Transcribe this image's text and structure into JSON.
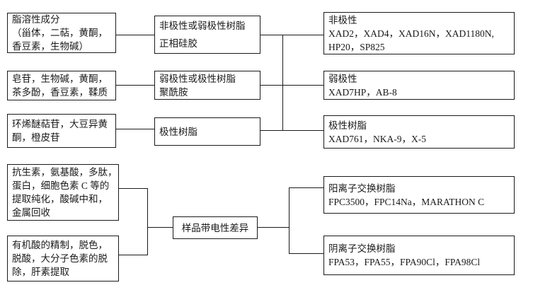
{
  "diagram": {
    "type": "flowchart",
    "language": "zh-CN",
    "colors": {
      "background": "#ffffff",
      "line_color": "#1a1a1a",
      "text_color": "#1a1a1a"
    },
    "left_boxes": [
      {
        "id": "L1",
        "lines": [
          "脂溶性成分",
          "（甾体，二萜，黄酮，",
          "香豆素，生物碱）"
        ]
      },
      {
        "id": "L2",
        "lines": [
          "皂苷，生物碱，黄酮，",
          "茶多酚，香豆素，鞣质"
        ]
      },
      {
        "id": "L3",
        "lines": [
          "环烯醚萜苷，大豆异黄",
          "酮，橙皮苷"
        ]
      },
      {
        "id": "L4",
        "lines": [
          "抗生素，氨基酸，多肽，",
          "蛋白，细胞色素 C 等的",
          "提取纯化，酸碱中和，",
          "金属回收"
        ]
      },
      {
        "id": "L5",
        "lines": [
          "有机酸的精制，脱色，",
          "脱酸，大分子色素的脱",
          "除，肝素提取"
        ]
      }
    ],
    "middle_boxes": [
      {
        "id": "M1",
        "lines": [
          "非极性或弱极性树脂",
          "正相硅胶"
        ]
      },
      {
        "id": "M2",
        "lines": [
          "弱极性或极性树脂",
          "聚酰胺"
        ]
      },
      {
        "id": "M3",
        "lines": [
          "极性树脂"
        ]
      },
      {
        "id": "M4",
        "lines": [
          "样品带电性差异"
        ]
      }
    ],
    "right_boxes": [
      {
        "id": "R1",
        "lines": [
          "非极性",
          "XAD2，XAD4，XAD16N，XAD1180N,",
          "HP20，SP825"
        ]
      },
      {
        "id": "R2",
        "lines": [
          "弱极性",
          "XAD7HP，AB-8"
        ]
      },
      {
        "id": "R3",
        "lines": [
          "极性树脂",
          "XAD761，NKA-9，X-5"
        ]
      },
      {
        "id": "R4",
        "lines": [
          "阳离子交换树脂",
          "FPC3500，FPC14Na，MARATHON C"
        ]
      },
      {
        "id": "R5",
        "lines": [
          "阴离子交换树脂",
          "FPA53，FPA55，FPA90Cl，FPA98Cl"
        ]
      }
    ]
  }
}
